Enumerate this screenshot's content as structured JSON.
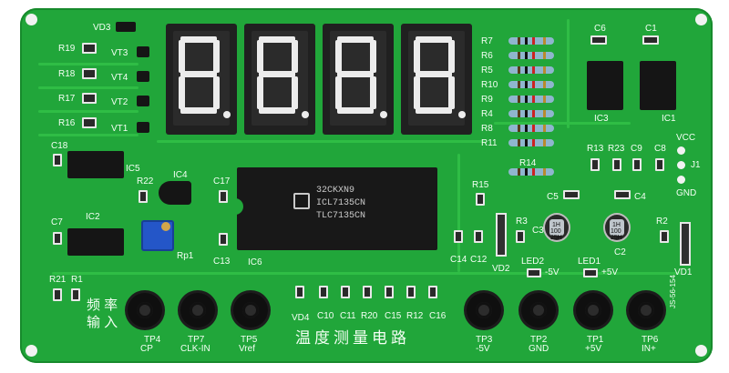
{
  "board": {
    "title": "温度测量电路",
    "freq_input_label_line1": "频 率",
    "freq_input_label_line2": "输 入",
    "part_number": "JS-56-154",
    "main_chip_lines": [
      "32CKXN9",
      "ICL7135CN",
      "TLC7135CN"
    ]
  },
  "labels": {
    "VD3": "VD3",
    "R19": "R19",
    "R18": "R18",
    "R17": "R17",
    "R16": "R16",
    "VT3": "VT3",
    "VT4": "VT4",
    "VT2": "VT2",
    "VT1": "VT1",
    "C18": "C18",
    "IC5": "IC5",
    "C7": "C7",
    "IC2": "IC2",
    "R22": "R22",
    "IC4": "IC4",
    "C17": "C17",
    "RP1": "Rp1",
    "C13": "C13",
    "IC6": "IC6",
    "R21": "R21",
    "R1": "R1",
    "R7": "R7",
    "R6": "R6",
    "R5": "R5",
    "R10": "R10",
    "R9": "R9",
    "R4": "R4",
    "R8": "R8",
    "R11": "R11",
    "C6": "C6",
    "C1": "C1",
    "IC3": "IC3",
    "IC1": "IC1",
    "R13": "R13",
    "R23": "R23",
    "C9": "C9",
    "C8": "C8",
    "VCC": "VCC",
    "J1": "J1",
    "GND": "GND",
    "R14": "R14",
    "R15": "R15",
    "C5": "C5",
    "C4": "C4",
    "R3": "R3",
    "C3": "C3",
    "C2": "C2",
    "R2": "R2",
    "C14": "C14",
    "C12": "C12",
    "VD2": "VD2",
    "VD1": "VD1",
    "LED2": "LED2",
    "LED2_V": "-5V",
    "LED1": "LED1",
    "LED1_V": "+5V",
    "VD4": "VD4",
    "C10": "C10",
    "C11": "C11",
    "R20": "R20",
    "C15": "C15",
    "R12": "R12",
    "C16": "C16",
    "cap_text": [
      "1H",
      "100",
      "25H"
    ]
  },
  "test_points": [
    {
      "id": "TP4",
      "sub": "CP"
    },
    {
      "id": "TP7",
      "sub": "CLK-IN"
    },
    {
      "id": "TP5",
      "sub": "Vref"
    },
    {
      "id": "TP3",
      "sub": "-5V"
    },
    {
      "id": "TP2",
      "sub": "GND"
    },
    {
      "id": "TP1",
      "sub": "+5V"
    },
    {
      "id": "TP6",
      "sub": "IN+"
    }
  ],
  "colors": {
    "pcb": "#21a63a",
    "silkscreen": "#f4fff4",
    "display": "#202020",
    "segment": "#ececec",
    "potentiometer": "#2456c8"
  }
}
